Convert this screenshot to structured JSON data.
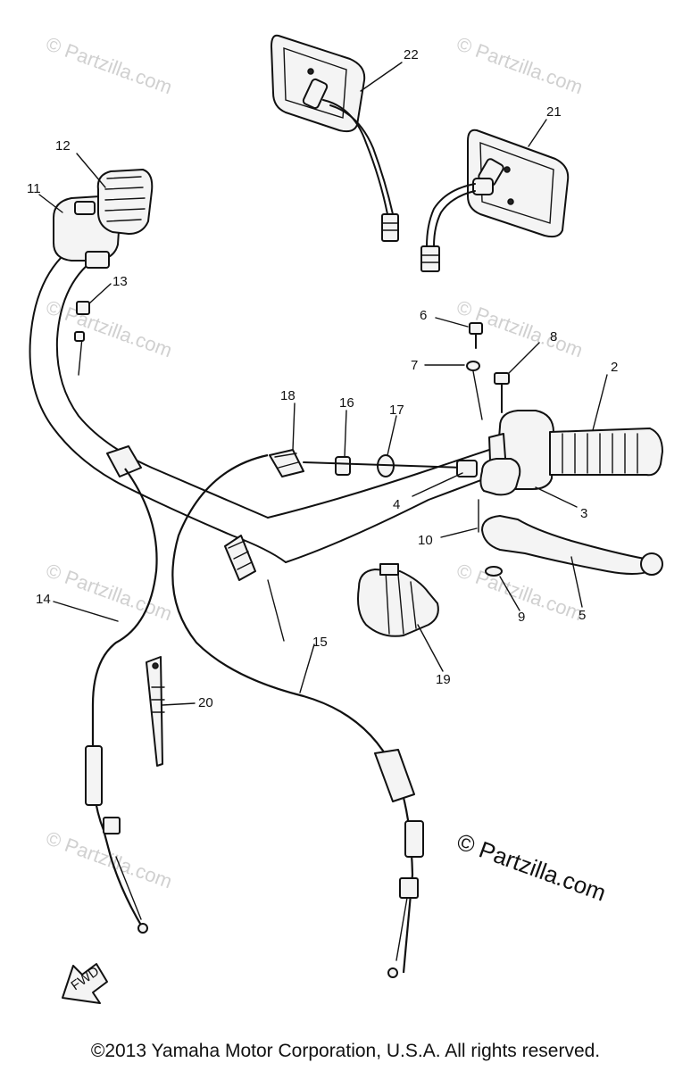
{
  "watermark": "© Partzilla.com",
  "copyright": "©2013  Yamaha Motor Corporation, U.S.A. All rights reserved.",
  "fwd_label": "FWD",
  "callouts": [
    "2",
    "3",
    "4",
    "5",
    "6",
    "7",
    "8",
    "9",
    "10",
    "11",
    "12",
    "13",
    "14",
    "15",
    "16",
    "17",
    "18",
    "19",
    "20",
    "21",
    "22"
  ]
}
